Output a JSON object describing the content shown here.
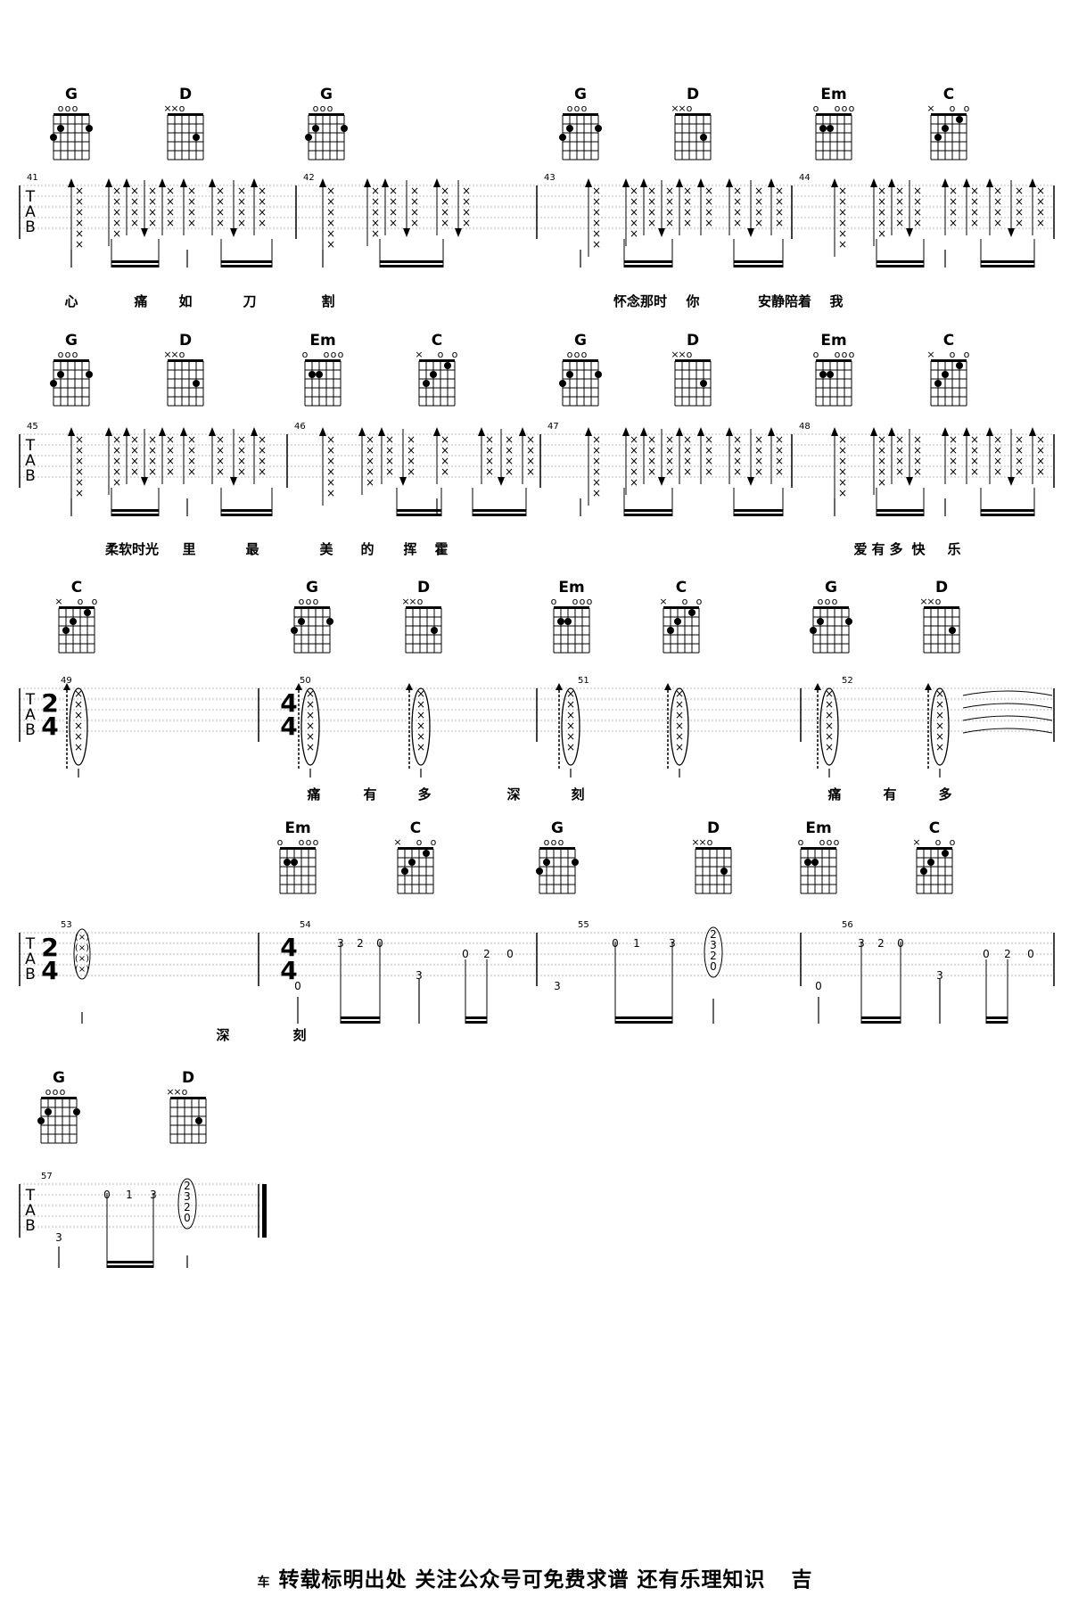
{
  "chords": {
    "G": {
      "name": "G",
      "top": [
        "",
        "o",
        "o",
        "o",
        "",
        ""
      ],
      "dots": [
        [
          2,
          5
        ],
        [
          2,
          1
        ],
        [
          3,
          6
        ]
      ],
      "barre": null
    },
    "D": {
      "name": "D",
      "top": [
        "×",
        "×",
        "o",
        "",
        "",
        ""
      ],
      "dots": [
        [
          3,
          2
        ]
      ],
      "barre": [
        2,
        3,
        1
      ]
    },
    "Em": {
      "name": "Em",
      "top": [
        "o",
        "",
        "",
        "o",
        "o",
        "o"
      ],
      "dots": [
        [
          2,
          5
        ],
        [
          2,
          4
        ]
      ],
      "barre": null
    },
    "C": {
      "name": "C",
      "top": [
        "×",
        "",
        "",
        "o",
        "",
        "o"
      ],
      "dots": [
        [
          3,
          5
        ],
        [
          2,
          4
        ],
        [
          1,
          2
        ]
      ],
      "barre": null
    }
  },
  "systems": [
    {
      "measures": [
        {
          "number": "41",
          "chords": [
            "G",
            "D"
          ],
          "lyrics": [
            "心",
            "痛",
            "如",
            "刀"
          ]
        },
        {
          "number": "42",
          "chords": [
            "G"
          ],
          "lyrics": [
            "割"
          ]
        },
        {
          "number": "43",
          "chords": [
            "G",
            "D"
          ],
          "lyrics": [
            "怀念那时",
            "你"
          ]
        },
        {
          "number": "44",
          "chords": [
            "Em",
            "C"
          ],
          "lyrics": [
            "安静陪着",
            "我"
          ]
        }
      ]
    },
    {
      "measures": [
        {
          "number": "45",
          "chords": [
            "G",
            "D"
          ],
          "lyrics": [
            "柔软时光",
            "里",
            "最"
          ]
        },
        {
          "number": "46",
          "chords": [
            "Em",
            "C"
          ],
          "lyrics": [
            "美",
            "的",
            "挥",
            "霍"
          ]
        },
        {
          "number": "47",
          "chords": [
            "G",
            "D"
          ],
          "lyrics": []
        },
        {
          "number": "48",
          "chords": [
            "Em",
            "C"
          ],
          "lyrics": [
            "爱",
            "有",
            "多",
            "快",
            "乐"
          ]
        }
      ]
    },
    {
      "measures": [
        {
          "number": "49",
          "chords": [
            "C"
          ],
          "time": [
            "2",
            "4"
          ],
          "lyrics": []
        },
        {
          "number": "50",
          "chords": [
            "G",
            "D"
          ],
          "time": [
            "4",
            "4"
          ],
          "lyrics": [
            "痛",
            "有",
            "多",
            "深"
          ]
        },
        {
          "number": "51",
          "chords": [
            "Em",
            "C"
          ],
          "lyrics": [
            "刻"
          ]
        },
        {
          "number": "52",
          "chords": [
            "G",
            "D"
          ],
          "lyrics": [
            "痛",
            "有",
            "多"
          ]
        }
      ]
    },
    {
      "measures": [
        {
          "number": "53",
          "chords": [],
          "time": [
            "2",
            "4"
          ],
          "lyrics": [
            "深",
            "刻"
          ]
        },
        {
          "number": "54",
          "chords": [
            "Em",
            "C"
          ],
          "time": [
            "4",
            "4"
          ],
          "lyrics": [],
          "tab": [
            "0",
            "3",
            "2",
            "0",
            "3",
            "0",
            "2",
            "0"
          ]
        },
        {
          "number": "55",
          "chords": [
            "G",
            "D"
          ],
          "lyrics": [],
          "tab": [
            "3",
            "0",
            "1",
            "3",
            "2",
            "3",
            "2",
            "0"
          ]
        },
        {
          "number": "56",
          "chords": [
            "Em",
            "C"
          ],
          "lyrics": [],
          "tab": [
            "0",
            "3",
            "2",
            "0",
            "3",
            "0",
            "2",
            "0"
          ]
        }
      ]
    },
    {
      "measures": [
        {
          "number": "57",
          "chords": [
            "G",
            "D"
          ],
          "lyrics": [],
          "tab": [
            "3",
            "0",
            "1",
            "3",
            "2",
            "3",
            "2",
            "0"
          ]
        }
      ]
    }
  ],
  "tab_label": [
    "T",
    "A",
    "B"
  ],
  "footer": {
    "text": "转载标明出处 关注公众号可免费求谱 还有乐理知识",
    "tail": "吉"
  }
}
